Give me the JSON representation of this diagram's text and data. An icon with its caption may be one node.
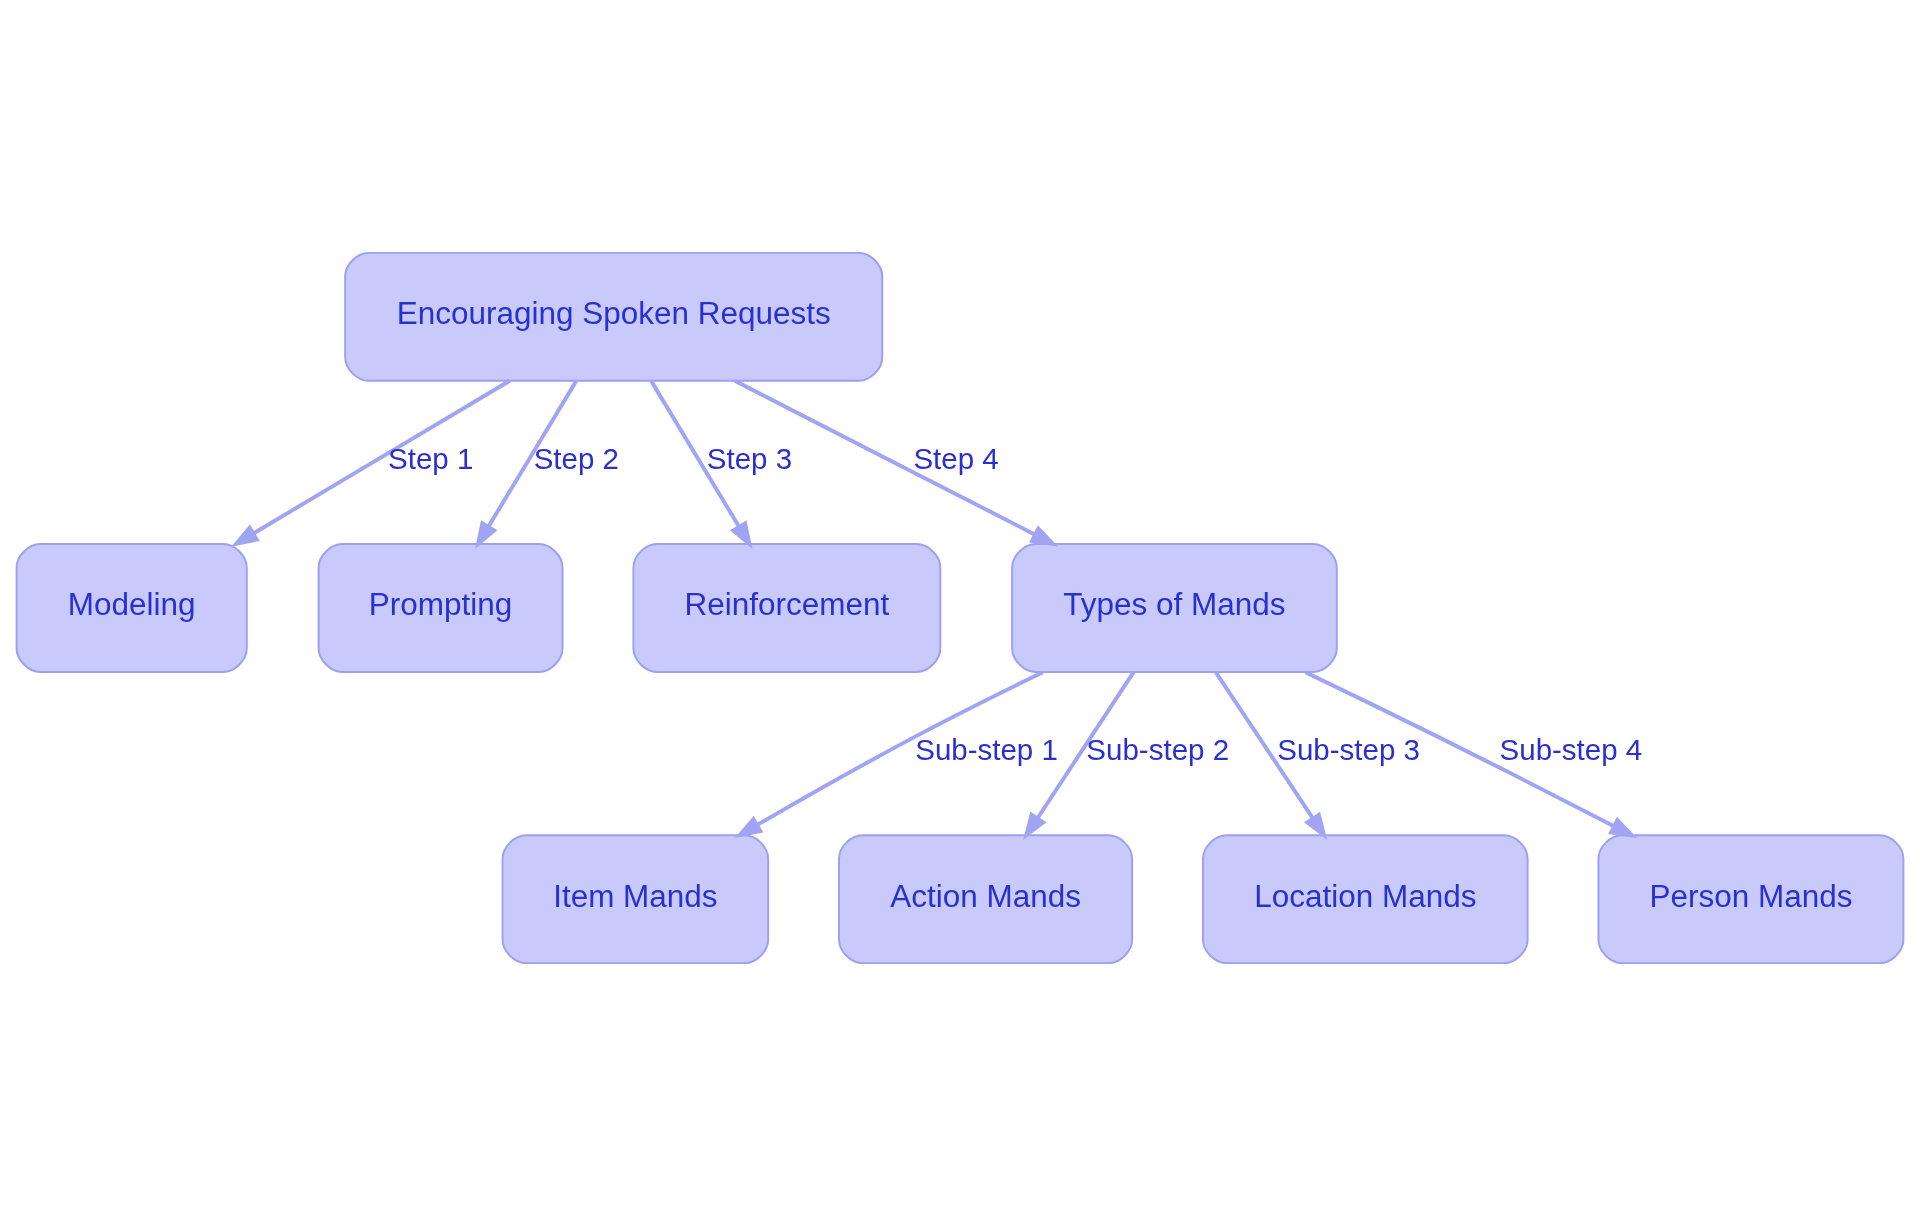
{
  "diagram": {
    "nodes": [
      {
        "text": [
          "Encouraging Spoken Requests"
        ]
      },
      {
        "text": [
          "Modeling"
        ]
      },
      {
        "text": [
          "Prompting"
        ]
      },
      {
        "text": [
          "Reinforcement"
        ]
      },
      {
        "text": [
          "Types of Mands"
        ]
      },
      {
        "text": [
          "Item Mands"
        ]
      },
      {
        "text": [
          "Action Mands"
        ]
      },
      {
        "text": [
          "Location Mands"
        ]
      },
      {
        "text": [
          "Person Mands"
        ]
      }
    ],
    "edges": [
      {
        "from": 0,
        "to": 1,
        "arrow": "to",
        "label": "Step 1"
      },
      {
        "from": 0,
        "to": 2,
        "arrow": "to",
        "label": "Step 2"
      },
      {
        "from": 0,
        "to": 3,
        "arrow": "to",
        "label": "Step 3"
      },
      {
        "from": 0,
        "to": 4,
        "arrow": "to",
        "label": "Step 4"
      },
      {
        "from": 4,
        "to": 5,
        "arrow": "to",
        "label": "Sub-step 1"
      },
      {
        "from": 4,
        "to": 6,
        "arrow": "to",
        "label": "Sub-step 2"
      },
      {
        "from": 4,
        "to": 7,
        "arrow": "to",
        "label": "Sub-step 3"
      },
      {
        "from": 4,
        "to": 8,
        "arrow": "to",
        "label": "Sub-step 4"
      }
    ]
  }
}
